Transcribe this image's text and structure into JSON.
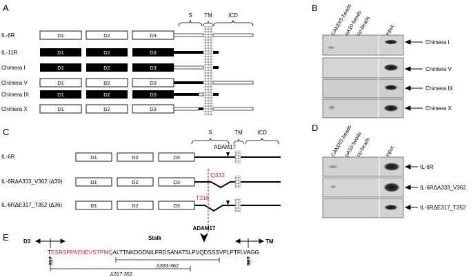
{
  "panels": {
    "a": {
      "letter": "A",
      "domain_labels": {
        "s": "S",
        "tm": "TM",
        "icd": "ICD"
      },
      "rows": [
        "IL-6R",
        "IL-11R",
        "Chimera I",
        "Chimera V",
        "Chimera IX",
        "Chimera X"
      ],
      "domains": [
        "D1",
        "D2",
        "D3"
      ]
    },
    "b": {
      "letter": "B",
      "columns": [
        "CANDIS-beads",
        "pA10-beads",
        "cp-beads",
        "input"
      ],
      "blots": [
        "Chimera I",
        "Chimera V",
        "Chimera IX",
        "Chimera X"
      ]
    },
    "c": {
      "letter": "C",
      "domain_labels": {
        "s": "S",
        "tm": "TM",
        "icd": "ICD"
      },
      "protease": "ADAM17",
      "rows": [
        "IL-6R",
        "IL-6RΔA333_V362 (Δ30)",
        "IL-6RΔE317_T352 (Δ36)"
      ],
      "domains": [
        "D1",
        "D2",
        "D3"
      ],
      "marker_q": "Q332",
      "marker_t": "T316"
    },
    "d": {
      "letter": "D",
      "columns": [
        "CANDIS-beads",
        "pA10-beads",
        "cp-beads",
        "input"
      ],
      "blots": [
        "IL-6R",
        "IL-6RΔA333_V362",
        "IL-6RΔE317_T352"
      ]
    },
    "e": {
      "letter": "E",
      "d3_label": "D3",
      "tm_label": "TM",
      "stalk_label": "Stalk",
      "protease": "ADAM17",
      "seq_first": "T",
      "seq_red": "ESRSPPAENEVSTPMQ",
      "seq_black": "ALTTNKDDDNILFRDSANATSLPVQDSSSVPLPTFLVAGG",
      "pos_start": "317",
      "pos_end": "367",
      "del1": "Δ333-362",
      "del2": "Δ317-352"
    }
  },
  "colors": {
    "red": "#e8262a",
    "black": "#000000",
    "blot": "#cfcfcf"
  }
}
